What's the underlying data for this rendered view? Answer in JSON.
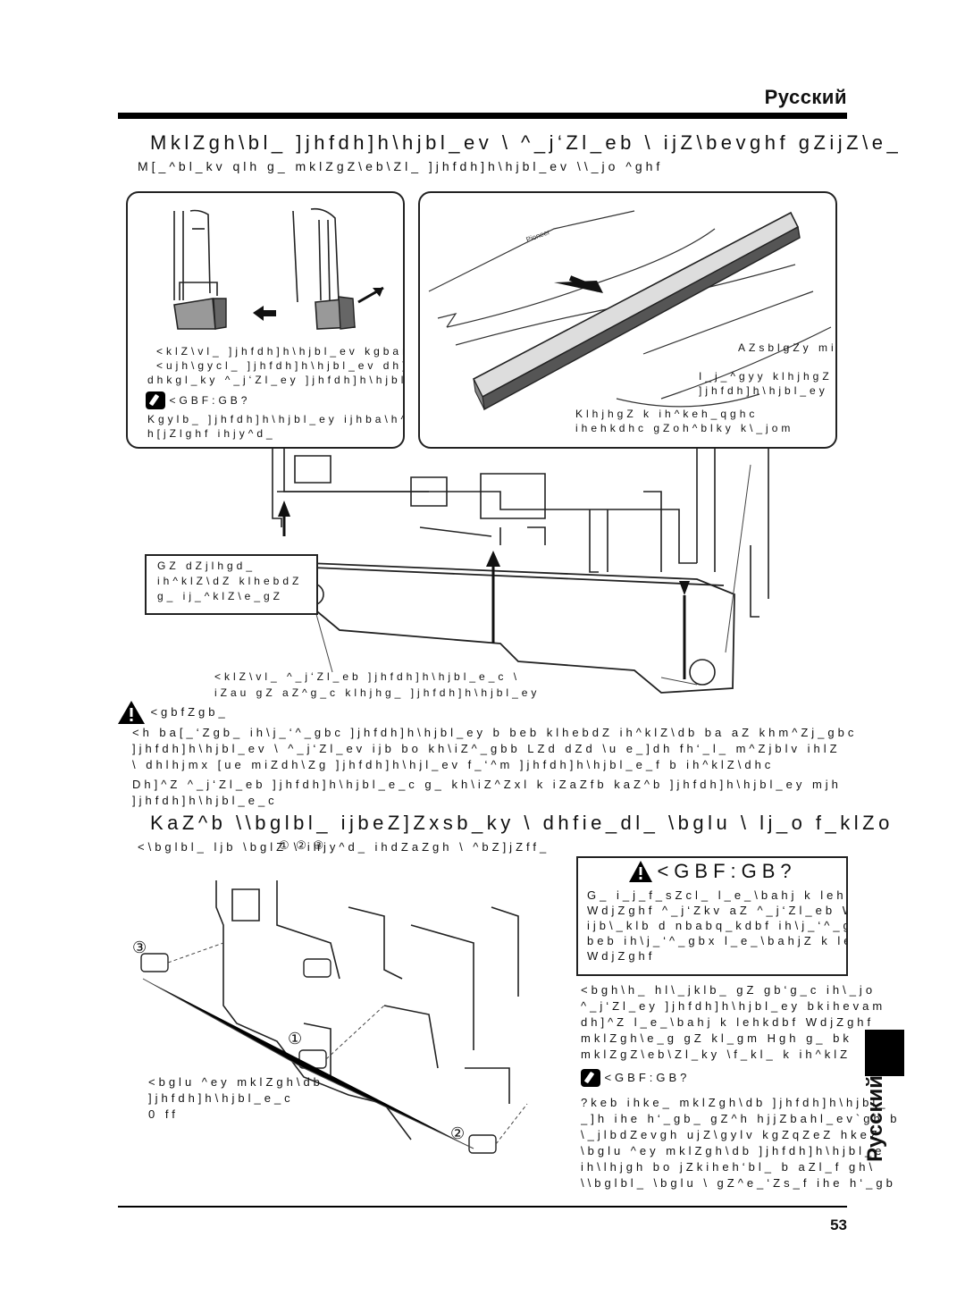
{
  "header": {
    "language": "Русский"
  },
  "section1": {
    "title": "MklZgh\\bl_ ]jhfdh]h\\hjbl_ev \\ ^_j‘Zl_eb \\ ijZ\\bevghf gZijZ\\e_gbb",
    "subtitle": "M[_^bl_kv qlh g_ mklZgZ\\eb\\Zl_ ]jhfdh]h\\hjbl_ev \\\\_jo ^ghf"
  },
  "inset_left": {
    "caption_line1": "<klZ\\vl_ ]jhfdh]h\\hjbl_ev kgbam ih^ mehf",
    "caption_line2": "<ujh\\gycl_ ]jhfdh]h\\hjbl_ev dh]^Z hg",
    "caption_line3": "dhkgl_ky ^_j‘Zl_ey ]jhfdh]h\\hjbl_ey",
    "note_label": "<GBF:GB?",
    "note_line1": "Kgylb_ ]jhfdh]h\\hjbl_ey ijhba\\h^bl_ \\",
    "note_line2": "h[jZlghf ihjy^d_"
  },
  "inset_right": {
    "label1": "AZsblgZy mi",
    "label2_line1": "I_j_^gyy klhjhgZ",
    "label2_line2": "]jhfdh]h\\hjbl_ey",
    "label3_line1": "KlhjhgZ k ih^keh_qghc",
    "label3_line2": "ihehkdhc gZoh^blky k\\_jom"
  },
  "main_fig": {
    "hook_line1": "GZ dZjlhgd_",
    "hook_line2": "ih^klZ\\dZ klhebdZ",
    "hook_line3": "g_ ij_^klZ\\e_gZ",
    "insert_line1": "<klZ\\vl_ ^_j‘Zl_eb ]jhfdh]h\\hjbl_e_c \\",
    "insert_line2": "iZau gZ aZ^g_c klhjhg_ ]jhfdh]h\\hjbl_ey"
  },
  "caution": {
    "label": "<gbfZgb_",
    "para1_line1": "<h ba[_‘Zgb_ ih\\j_‘^_gbc ]jhfdh]h\\hjbl_ey b beb klhebdZ ih^klZ\\db ba aZ khm^Zj_gbc",
    "para1_line2": "]jhfdh]h\\hjbl_ev \\ ^_j‘Zl_ev ijb bo kh\\iZ^_gbb  LZd dZd \\u e_]dh fh‘_l_ m^Zjblv ihlZ",
    "para1_line3": "\\ dhlhjmx [ue miZdh\\Zg ]jhfdh]h\\hjl_ev  f_‘^m ]jhfdh]h\\hjbl_e_f b ih^klZ\\dhc",
    "para2_line1": "Dh]^Z ^_j‘Zl_eb ]jhfdh]h\\hjbl_e_c g_ kh\\iZ^Zxl k iZaZfb kaZ^b ]jhfdh]h\\hjbl_ey  mjh",
    "para2_line2": "]jhfdh]h\\hjbl_e_c"
  },
  "section2": {
    "title": "KaZ^b \\\\bglbl_ ijbeZ]Zxsb_ky \\ dhfie_dl_ \\bglu  \\ lj_o f_klZo",
    "subtitle": "<\\bglbl_ ljb \\bglZ  \\ ihjy^d_ ihdZaZgh \\ ^bZ]jZff_"
  },
  "fig2": {
    "num1": "③",
    "num2": "①",
    "num3": "②",
    "screw_line1": "<bglu ^ey mklZgh\\db",
    "screw_line2": "]jhfdh]h\\hjbl_e_c",
    "screw_line3": "0          ff",
    "circled_123": "① ② ③"
  },
  "warning": {
    "label": "<GBF:GB?",
    "line1": "G_ i_j_f_sZcl_ l_e_\\bahj k lehkdbfb",
    "line2": "WdjZghf ^_j‘Zkv aZ ^_j‘Zl_eb Wlh",
    "line3": "ijb\\_klb d nbabq_kdbf ih\\j_‘^_gbyf",
    "line4": "beb ih\\j_‘^_gbx l_e_\\bahjZ k lehkdbf",
    "line5": "WdjZghf"
  },
  "right_col": {
    "line1": "<bgh\\h_ hl\\_jklb_ gZ gb‘g_c ih\\_jo",
    "line2": "^_j‘Zl_ey ]jhfdh]h\\hjbl_ey bkihevam",
    "line3": "dh]^Z l_e_\\bahj k lehkdbf WdjZghf",
    "line4": "mklZgh\\e_g gZ kl_gm  Hgh g_ bk",
    "line5": "mklZgZ\\eb\\Zl_ky \\f_kl_ k ih^klZ",
    "note_label": "<GBF:GB?",
    "note_line1": "?keb ihke_ mklZgh\\db ]jhfdh]h\\hjbl_",
    "note_line2": "_]h ihe h‘_gb_ gZ^h hjjZbahl_ev`gh b",
    "note_line3": "\\_jlbdZevgh ujZ\\gylv  kgZqZeZ hkeZ",
    "note_line4": "\\bglu ^ey mklZgh\\db ]jhfdh]h\\hjbl_e",
    "note_line5": "ih\\lhjgh bo jZkiheh‘bl_ b aZl_f  gh\\",
    "note_line6": "\\\\bglbl_ \\bglu \\ gZ^e_‘Zs_f ihe h‘_gb"
  },
  "side_tab": {
    "language": "Русский"
  },
  "footer": {
    "page_number": "53"
  }
}
